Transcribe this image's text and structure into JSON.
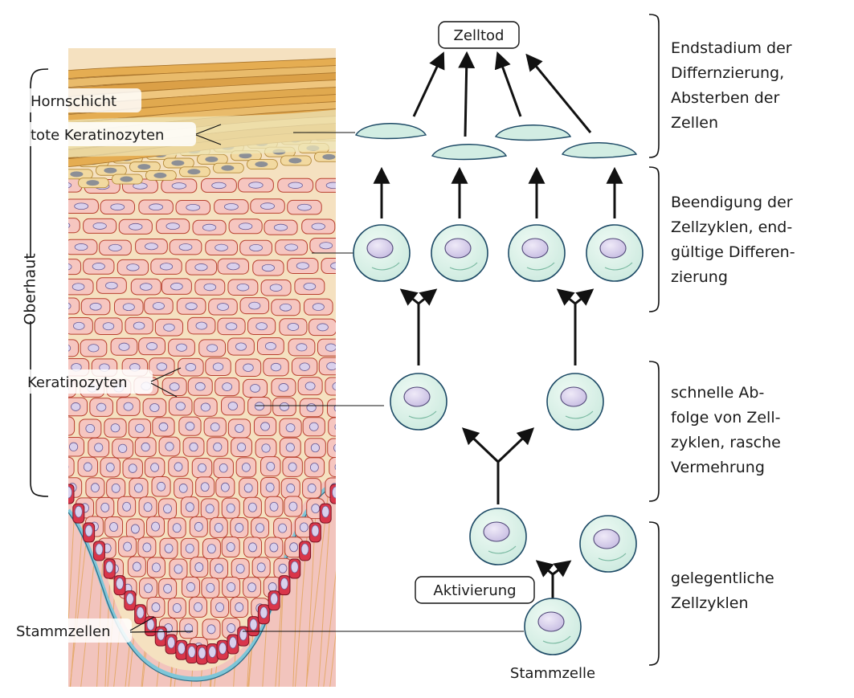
{
  "labels": {
    "hornschicht": "Hornschicht",
    "tote_keratinozyten": "tote Keratinozyten",
    "oberhaut": "Oberhaut",
    "keratinozyten": "Keratinozyten",
    "stammzellen": "Stammzellen",
    "zelltod": "Zelltod",
    "aktivierung": "Aktivierung",
    "stammzelle": "Stammzelle"
  },
  "stages": [
    {
      "lines": [
        "Endstadium der",
        "Differnzierung,",
        "Absterben der",
        "Zellen"
      ]
    },
    {
      "lines": [
        "Beendigung der",
        "Zellzyklen, end-",
        "gültige Differen-",
        "zierung"
      ]
    },
    {
      "lines": [
        "schnelle Ab-",
        "folge von Zell-",
        "zyklen, rasche",
        " Vermehrung"
      ]
    },
    {
      "lines": [
        "gelegentliche",
        "Zellzyklen"
      ]
    }
  ],
  "colors": {
    "cell_fill": "#dff3ea",
    "cell_stroke": "#1d4a66",
    "nucleus": "#d9d0ec",
    "skin_pink": "#f6c6c0",
    "stem_red": "#d9364a",
    "horn_orange": "#e5ad52"
  }
}
